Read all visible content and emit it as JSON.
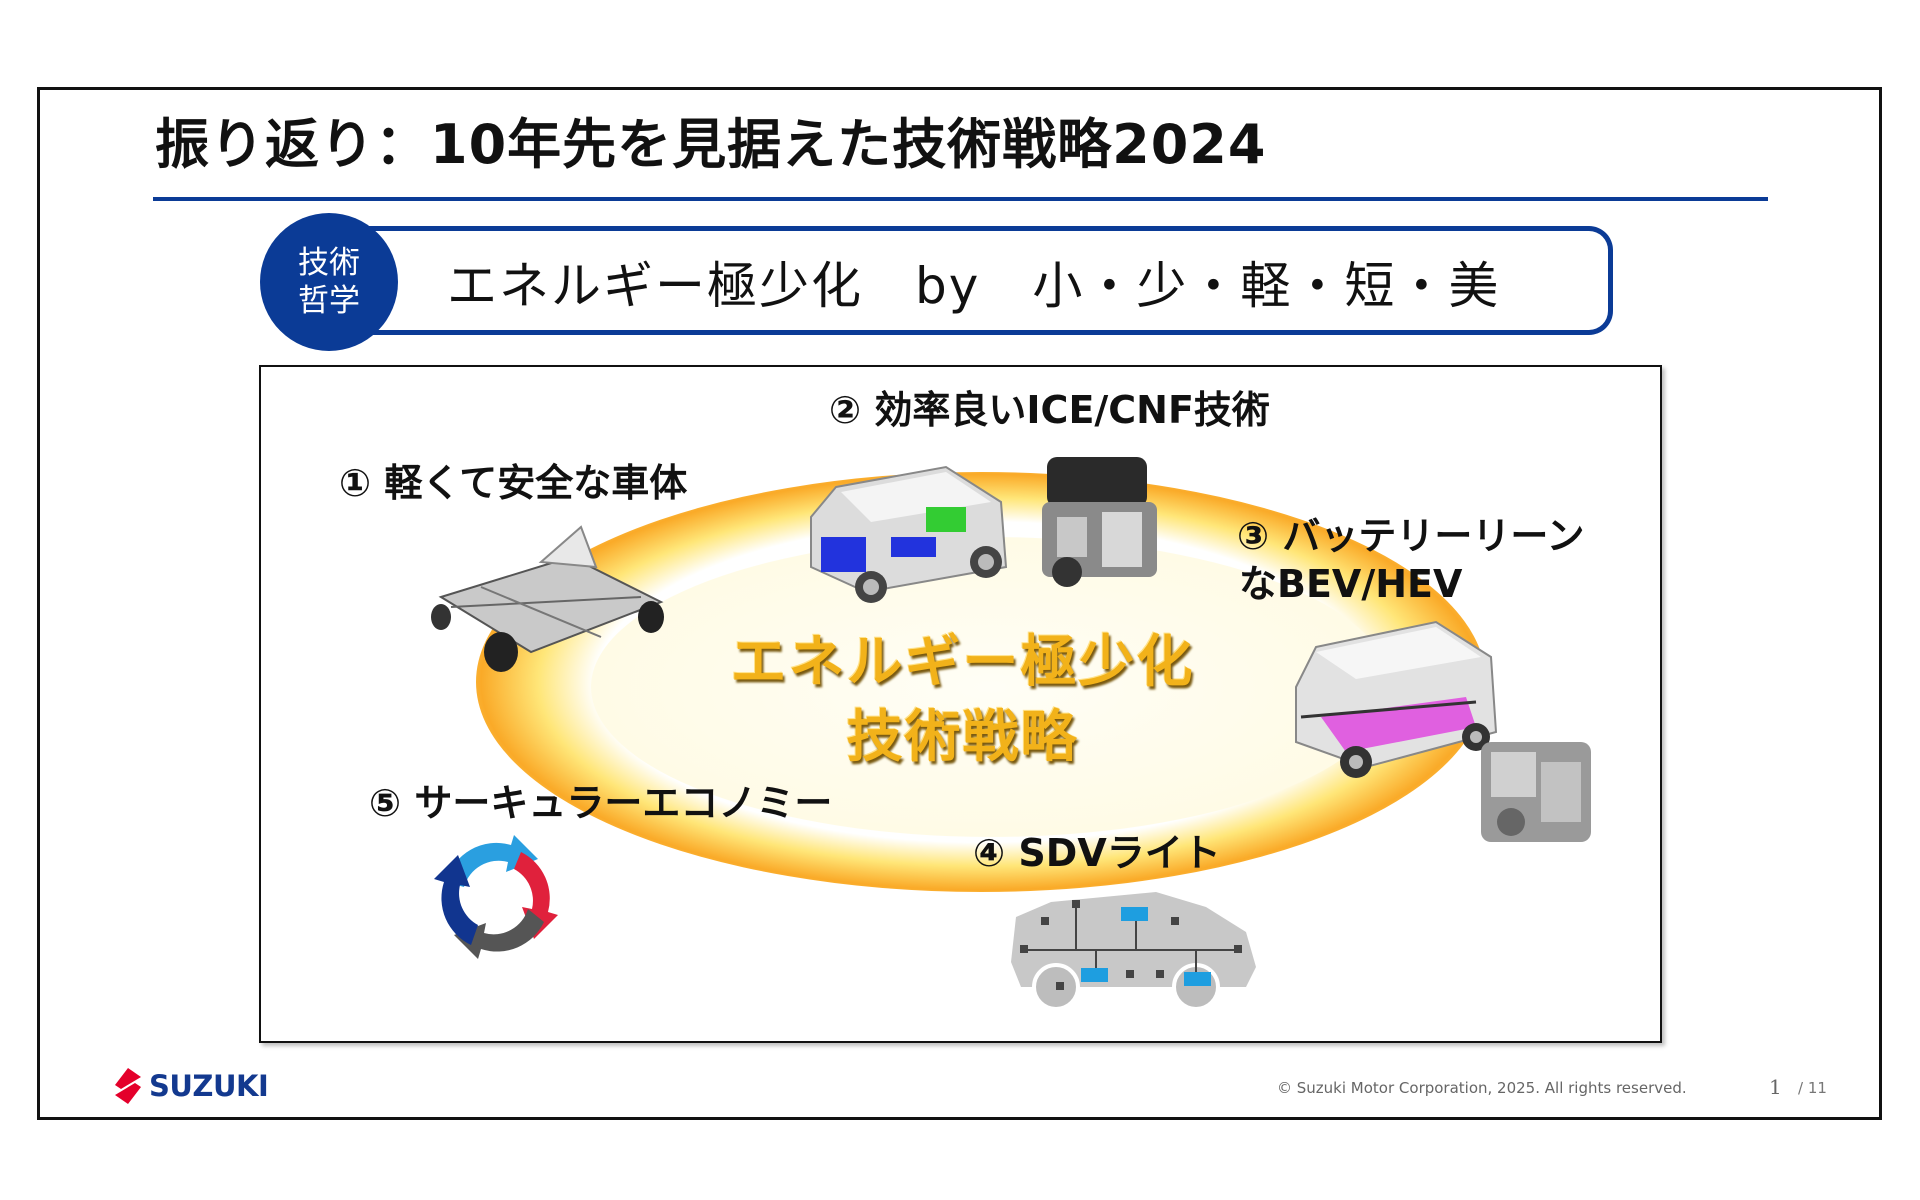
{
  "slide": {
    "title": "振り返り：10年先を見据えた技術戦略2024",
    "philosophy": {
      "badge_line1": "技術",
      "badge_line2": "哲学",
      "text": "エネルギー極少化　by　小・少・軽・短・美"
    },
    "diagram": {
      "center_line1": "エネルギー極少化",
      "center_line2": "技術戦略",
      "items": [
        {
          "number": "①",
          "label": "軽くて安全な車体",
          "icon": "car-chassis-illustration"
        },
        {
          "number": "②",
          "label": "効率良いICE/CNF技術",
          "icon": "car-and-engine-illustration"
        },
        {
          "number": "③",
          "label_line1": "バッテリーリーン",
          "label_line2": "なBEV/HEV",
          "icon": "bev-battery-illustration"
        },
        {
          "number": "④",
          "label": "SDVライト",
          "icon": "sdv-network-illustration"
        },
        {
          "number": "⑤",
          "label": "サーキュラーエコノミー",
          "icon": "circular-cycle-arrows"
        }
      ]
    },
    "colors": {
      "brand_blue": "#0b3b96",
      "glow_orange": "#faaa28",
      "center_text_gold": "#f2b21a",
      "logo_red": "#e4002b"
    }
  },
  "footer": {
    "logo_text": "SUZUKI",
    "copyright": "© Suzuki Motor Corporation, 2025. All rights reserved.",
    "page_current": "1",
    "page_total": "/ 11"
  }
}
